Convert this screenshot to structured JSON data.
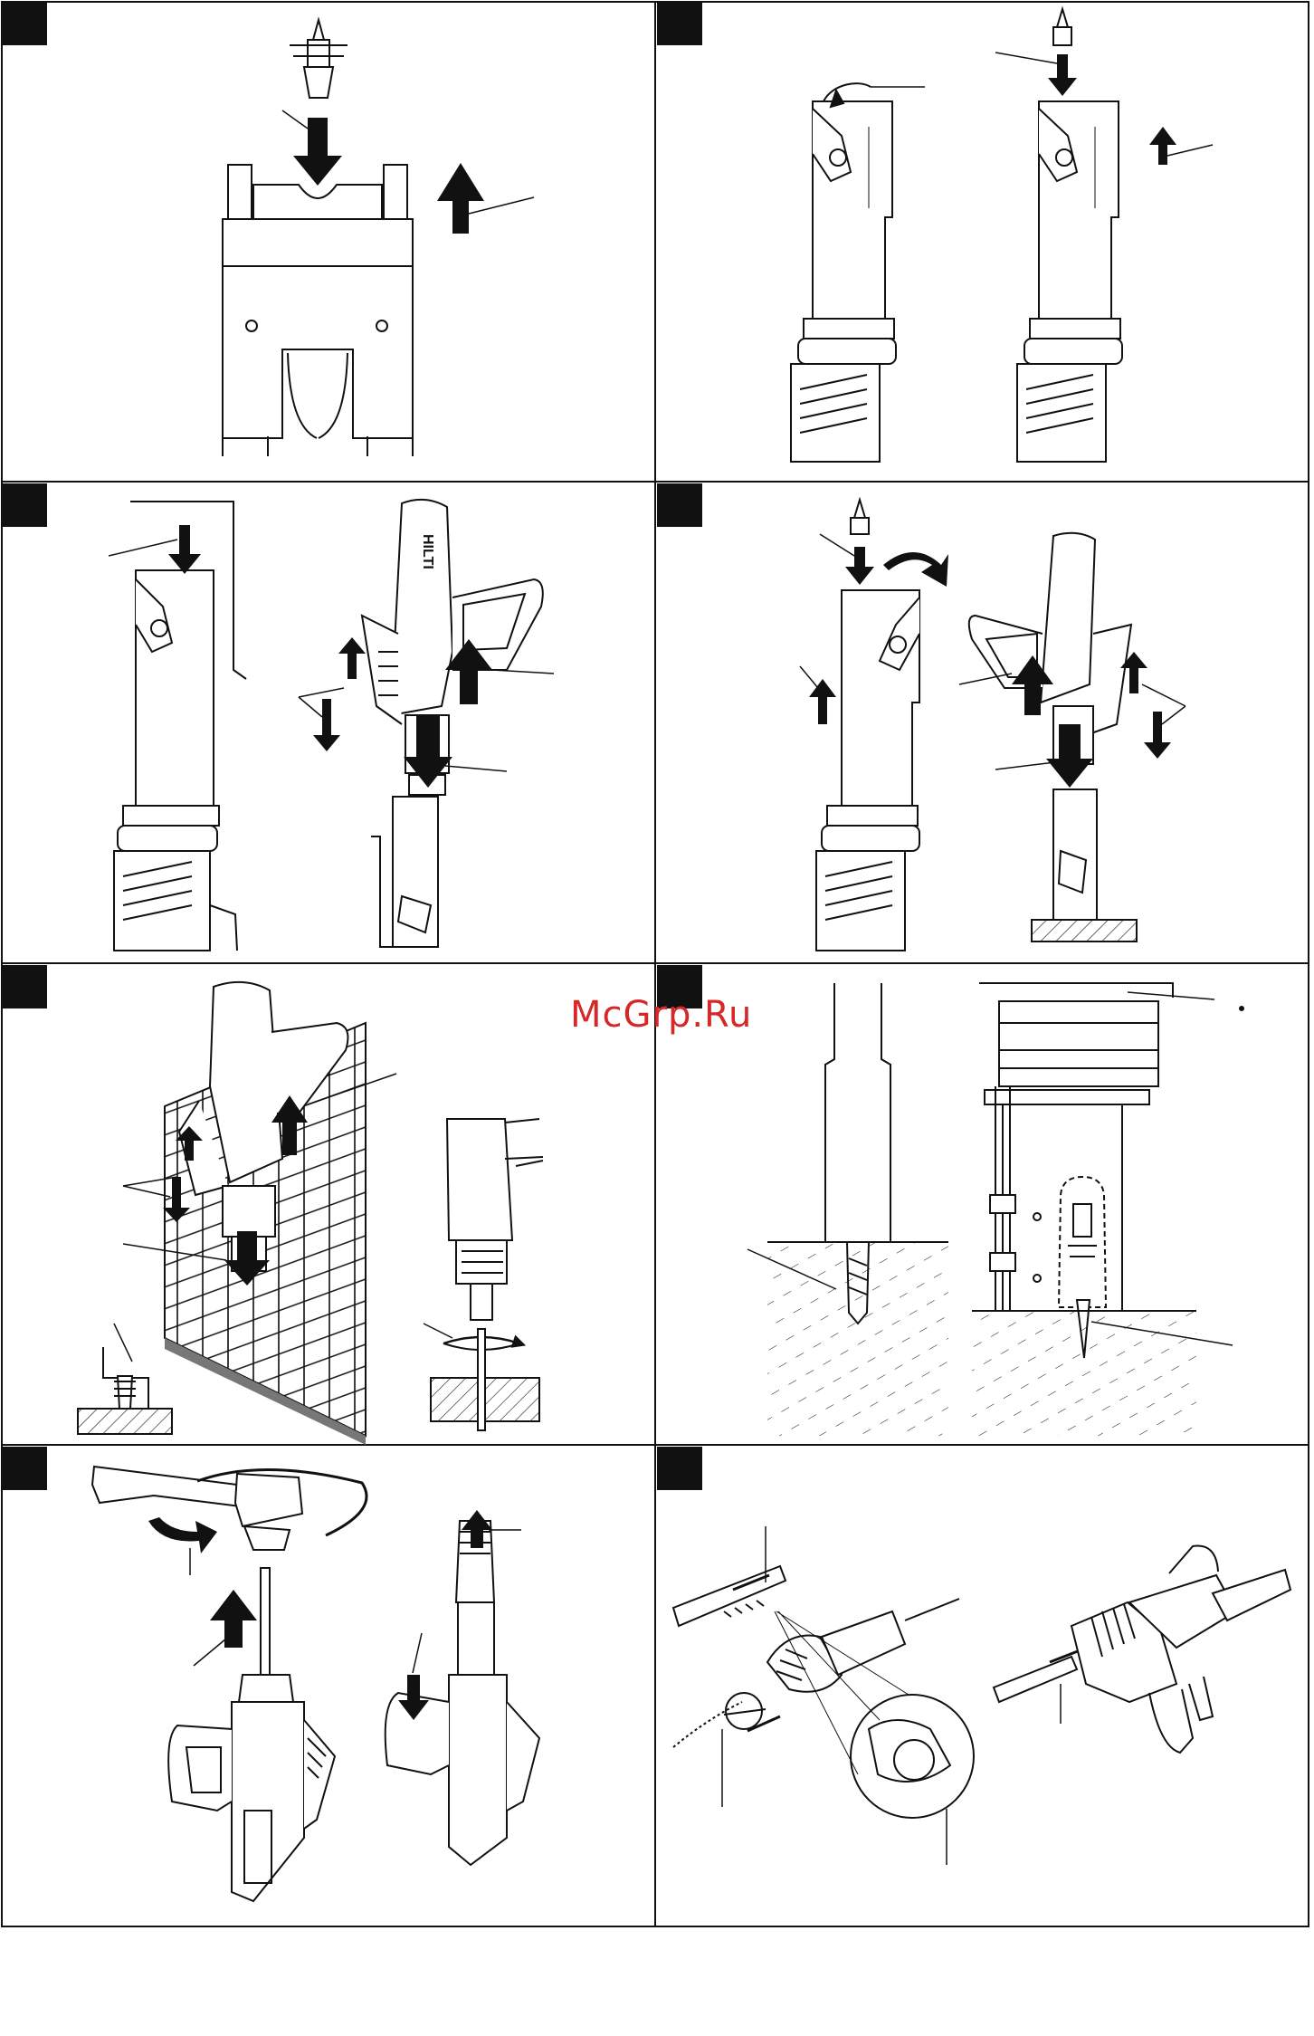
{
  "document": {
    "watermark": "McGrp.Ru",
    "logo_text": "HILTI"
  },
  "panels": [
    {
      "id": "panel-1",
      "badge": ""
    },
    {
      "id": "panel-2",
      "badge": ""
    },
    {
      "id": "panel-3",
      "badge": ""
    },
    {
      "id": "panel-4",
      "badge": ""
    },
    {
      "id": "panel-5",
      "badge": ""
    },
    {
      "id": "panel-6",
      "badge": ""
    },
    {
      "id": "panel-7",
      "badge": ""
    },
    {
      "id": "panel-8",
      "badge": ""
    }
  ],
  "colors": {
    "ink": "#111111",
    "paper": "#ffffff",
    "watermark": "#d62828"
  }
}
